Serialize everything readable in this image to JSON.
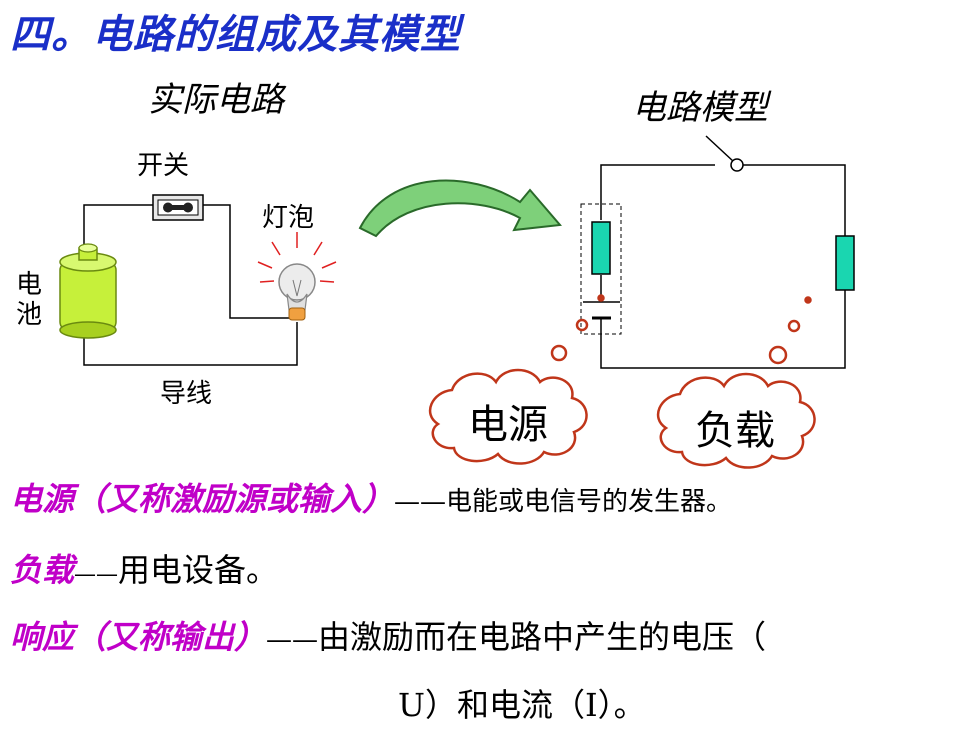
{
  "title": "四。电路的组成及其模型",
  "left_caption": "实际电路",
  "right_caption": "电路模型",
  "labels": {
    "switch": "开关",
    "bulb": "灯泡",
    "battery": "电池",
    "wire": "导线"
  },
  "clouds": {
    "source": "电源",
    "load": "负载"
  },
  "definitions": [
    {
      "term": "电源（又称激励源或输入）",
      "dash": "——",
      "text": "电能或电信号的发生器。"
    },
    {
      "term": "负载",
      "dash": "——",
      "text": "用电设备。"
    },
    {
      "term": "响应（又称输出）",
      "dash": "——",
      "text": "由激励而在电路中产生的电压（",
      "text2": "U）和电流（I）。"
    }
  ],
  "colors": {
    "title": "#1a2fc8",
    "highlight": "#c000c8",
    "resistor": "#1ad6b0",
    "battery": "#c6f03a",
    "arrow": "#7ed07a",
    "dot": "#c0361a"
  }
}
